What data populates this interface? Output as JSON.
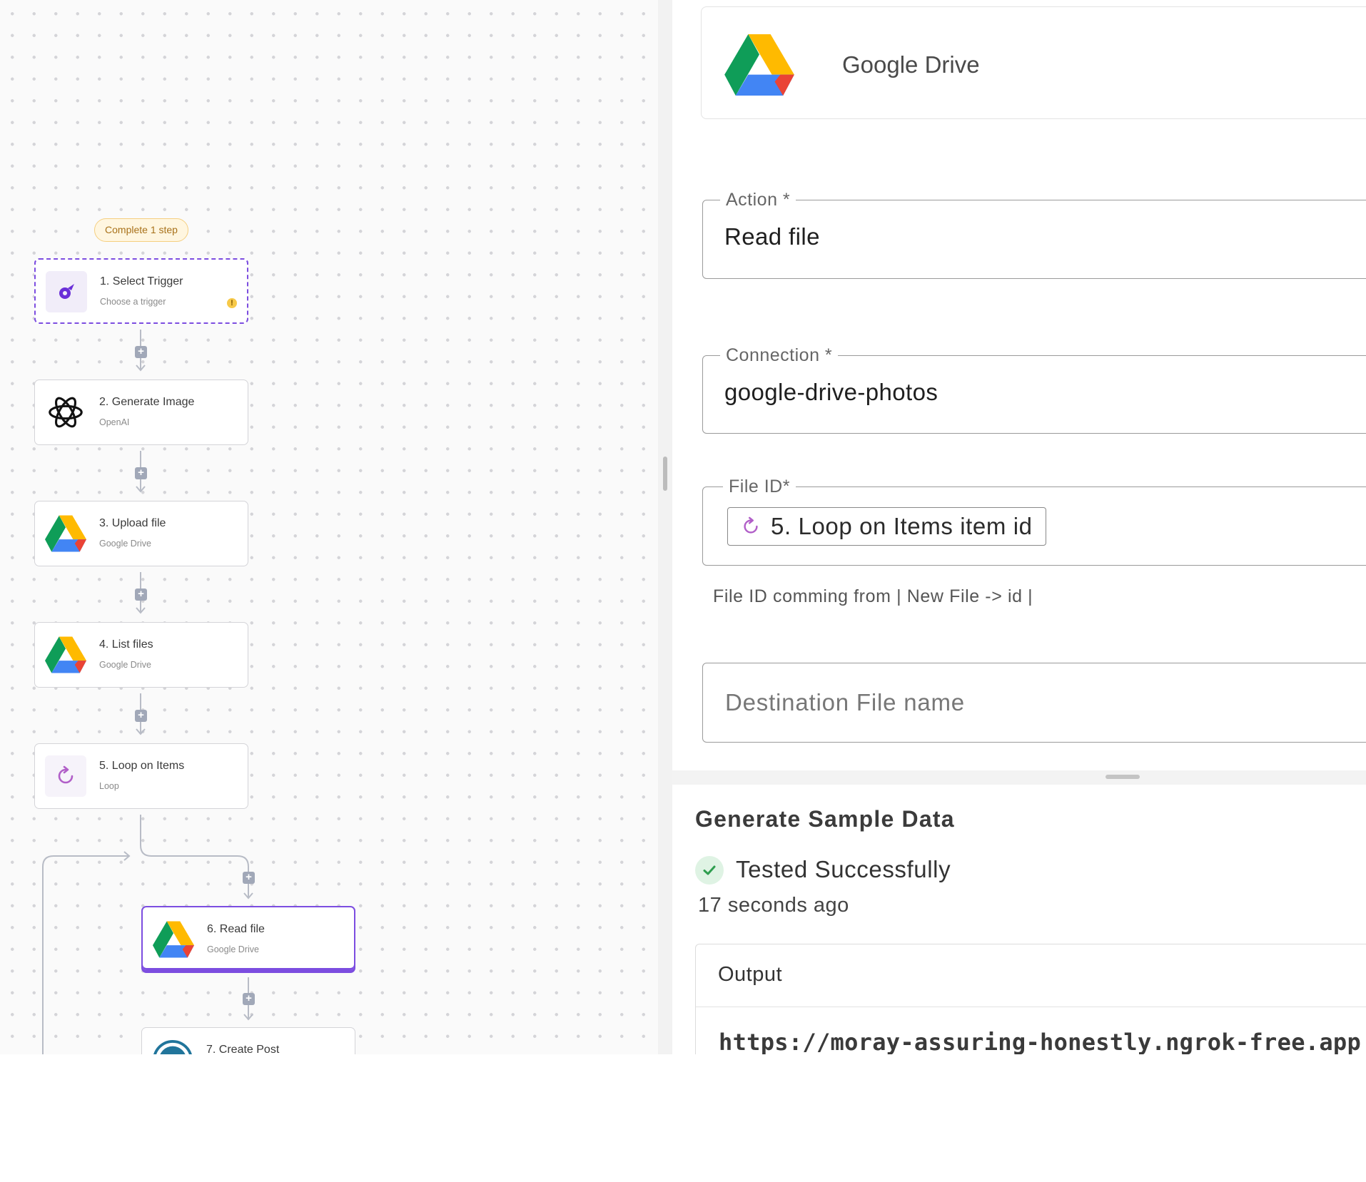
{
  "canvas": {
    "badge": "Complete 1 step",
    "steps": [
      {
        "title": "1. Select Trigger",
        "subtitle": "Choose a trigger",
        "icon": "trigger-icon"
      },
      {
        "title": "2. Generate Image",
        "subtitle": "OpenAI",
        "icon": "openai-icon"
      },
      {
        "title": "3. Upload file",
        "subtitle": "Google Drive",
        "icon": "google-drive-icon"
      },
      {
        "title": "4. List files",
        "subtitle": "Google Drive",
        "icon": "google-drive-icon"
      },
      {
        "title": "5. Loop on Items",
        "subtitle": "Loop",
        "icon": "loop-icon"
      },
      {
        "title": "6. Read file",
        "subtitle": "Google Drive",
        "icon": "google-drive-icon"
      },
      {
        "title": "7. Create Post",
        "subtitle": "",
        "icon": "wordpress-icon"
      }
    ],
    "warning": "!",
    "add_symbol": "+"
  },
  "panel": {
    "piece_name": "Google Drive",
    "action": {
      "label": "Action *",
      "value": "Read file"
    },
    "connection": {
      "label": "Connection *",
      "value": "google-drive-photos"
    },
    "file_id": {
      "label": "File ID*",
      "chip": "5. Loop on Items item id"
    },
    "file_id_hint": "File ID comming from | New File -> id |",
    "destination": {
      "placeholder": "Destination File name"
    },
    "sample": {
      "title": "Generate Sample Data",
      "status": "Tested Successfully",
      "time": "17 seconds ago",
      "output_label": "Output",
      "output_value": "https://moray-assuring-honestly.ngrok-free.app"
    }
  },
  "colors": {
    "accent": "#7c4de0",
    "badge_bg": "#fff6e0",
    "success": "#2e9e4f"
  }
}
